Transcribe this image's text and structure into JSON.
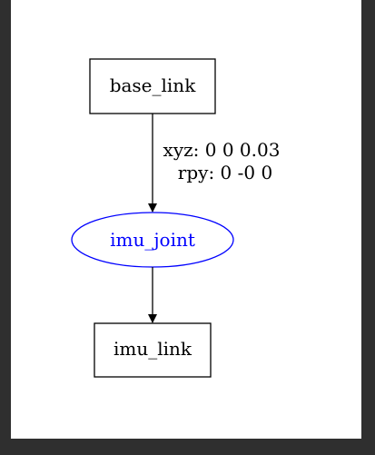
{
  "graph": {
    "nodes": [
      {
        "id": "base_link",
        "label": "base_link",
        "shape": "box",
        "color": "#000000"
      },
      {
        "id": "imu_joint",
        "label": "imu_joint",
        "shape": "ellipse",
        "color": "#0000ff"
      },
      {
        "id": "imu_link",
        "label": "imu_link",
        "shape": "box",
        "color": "#000000"
      }
    ],
    "edges": [
      {
        "from": "base_link",
        "to": "imu_joint",
        "label_xyz": "xyz: 0 0 0.03",
        "label_rpy": "rpy: 0 -0 0"
      },
      {
        "from": "imu_joint",
        "to": "imu_link"
      }
    ]
  },
  "colors": {
    "background": "#ffffff",
    "frame": "#2f2f2f",
    "node_box_stroke": "#000000",
    "joint_stroke": "#0000ff",
    "edge": "#000000"
  }
}
